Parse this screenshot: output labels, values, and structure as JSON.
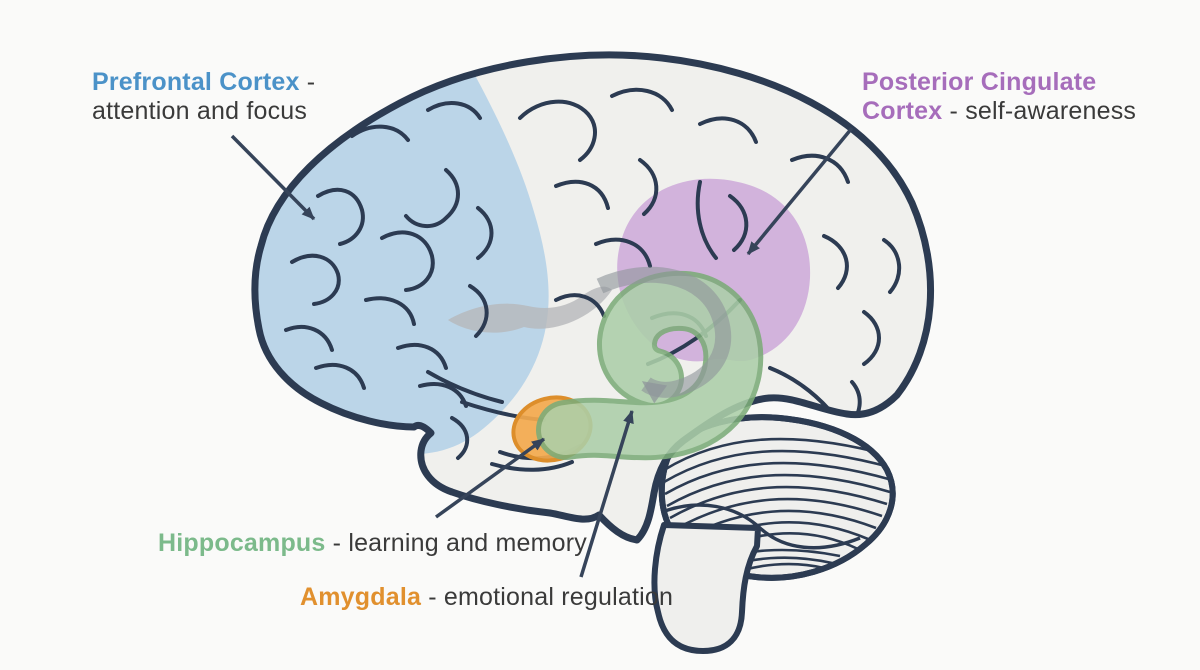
{
  "page": {
    "background_color": "#fafaf9"
  },
  "diagram": {
    "subject": "Human brain, lateral view, labeled regions",
    "labels": {
      "prefrontal": {
        "term": "Prefrontal Cortex",
        "suffix": " -",
        "description": "attention and focus",
        "color": "#4b92c8"
      },
      "posterior_cingulate": {
        "term_line1": "Posterior Cingulate",
        "term_line2": "Cortex",
        "description": " - self-awareness",
        "color": "#a66dbb"
      },
      "hippocampus": {
        "term": "Hippocampus",
        "description": " - learning and memory",
        "color": "#7cba8b"
      },
      "amygdala": {
        "term": "Amygdala",
        "description": " - emotional regulation",
        "color": "#e1902e"
      }
    },
    "region_fills": {
      "prefrontal_cortex": "#b7d3e8",
      "posterior_cingulate_cortex": "#c9a1d7",
      "hippocampus": "#accfa9",
      "hippocampus_outline": "#7cac79",
      "amygdala": "#f3a94d",
      "amygdala_outline": "#dd8e2b"
    },
    "line_colors": {
      "brain_outline": "#2c3b52",
      "pointer_arrow": "#36445a",
      "cycle_arrow_gray": "#8f969b",
      "label_text_dark": "#3a3a3a",
      "sulcus_gray_patch": "#b6b8ba"
    }
  }
}
